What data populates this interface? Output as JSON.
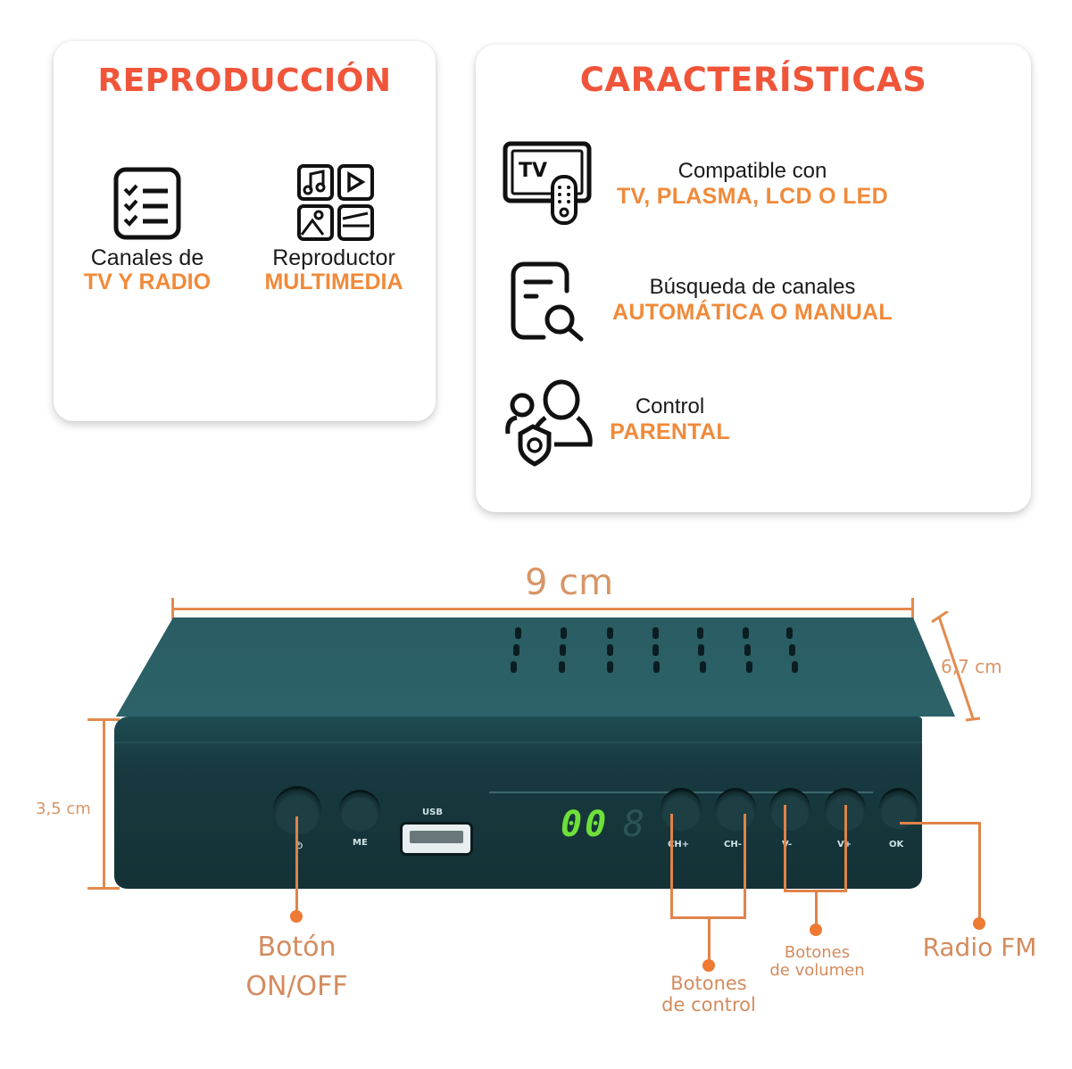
{
  "reproduccion": {
    "title": "REPRODUCCIÓN",
    "items": [
      {
        "icon": "checklist-icon",
        "line1": "Canales de",
        "line2": "TV Y RADIO"
      },
      {
        "icon": "multimedia-icon",
        "line1": "Reproductor",
        "line2": "MULTIMEDIA"
      }
    ]
  },
  "caracteristicas": {
    "title": "CARACTERÍSTICAS",
    "items": [
      {
        "icon": "tv-remote-icon",
        "line1": "Compatible con",
        "line2": "TV, PLASMA, LCD O LED"
      },
      {
        "icon": "document-search-icon",
        "line1": "Búsqueda de canales",
        "line2": "AUTOMÁTICA O MANUAL"
      },
      {
        "icon": "parental-shield-icon",
        "line1": "Control",
        "line2": "PARENTAL"
      }
    ]
  },
  "device": {
    "dimensions": {
      "width": "9 cm",
      "depth": "6,7 cm",
      "height": "3,5 cm"
    },
    "front_panel": {
      "buttons": [
        "⏻",
        "ME",
        "CH+",
        "CH-",
        "V-",
        "V+",
        "OK"
      ],
      "usb_label": "USB",
      "display": "00",
      "display_ghost": "8"
    },
    "callouts": {
      "power": {
        "line1": "Botón",
        "line2": "ON/OFF"
      },
      "control": {
        "line1": "Botones",
        "line2": "de control"
      },
      "volume": {
        "line1": "Botones",
        "line2": "de volumen"
      },
      "radio": {
        "line1": "Radio FM"
      }
    }
  },
  "colors": {
    "title_red": "#f0553a",
    "highlight_orange": "#f08a3a",
    "device_teal": "#1a4349",
    "display_green": "#6ee03a",
    "dimension_orange": "#e48a4e"
  }
}
